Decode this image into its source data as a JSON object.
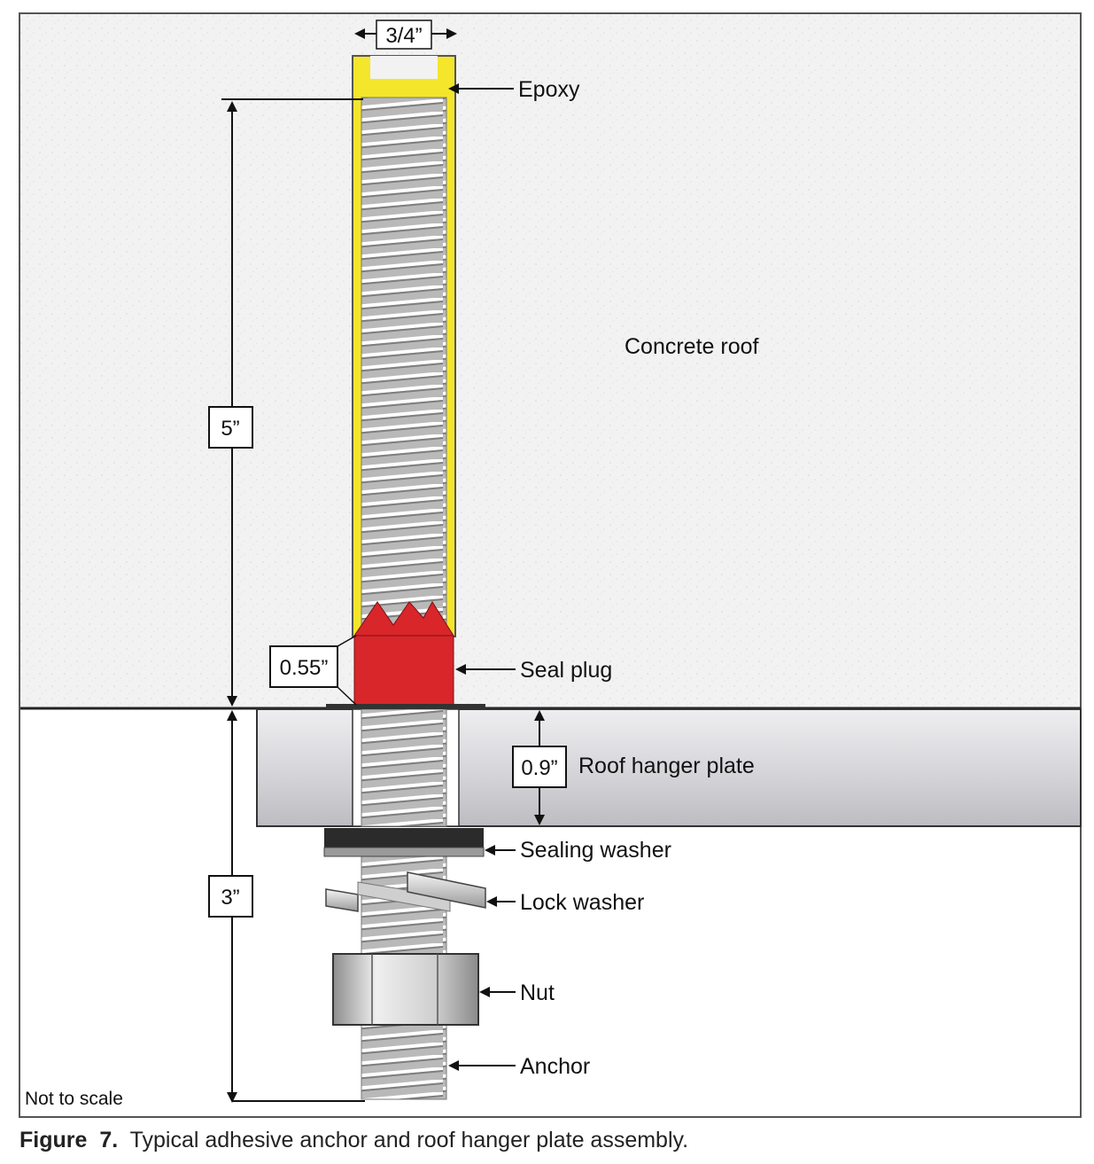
{
  "diagram": {
    "labels": {
      "epoxy": "Epoxy",
      "concrete_roof": "Concrete roof",
      "seal_plug": "Seal plug",
      "roof_hanger_plate": "Roof hanger plate",
      "sealing_washer": "Sealing washer",
      "lock_washer": "Lock washer",
      "nut": "Nut",
      "anchor": "Anchor",
      "not_to_scale": "Not to scale"
    },
    "dimensions": {
      "width": "3/4”",
      "embed_depth": "5”",
      "seal_plug_height": "0.55”",
      "plate_thickness": "0.9”",
      "projection": "3”"
    },
    "colors": {
      "epoxy": "#f4e62a",
      "seal_plug": "#d8262b",
      "concrete": "#f1f1f1",
      "plate": "#d6d6da",
      "sealing_washer": "#2b2b2b"
    }
  },
  "caption": {
    "figure_label": "Figure",
    "figure_number": "7.",
    "text": "Typical adhesive anchor and roof hanger plate assembly."
  }
}
